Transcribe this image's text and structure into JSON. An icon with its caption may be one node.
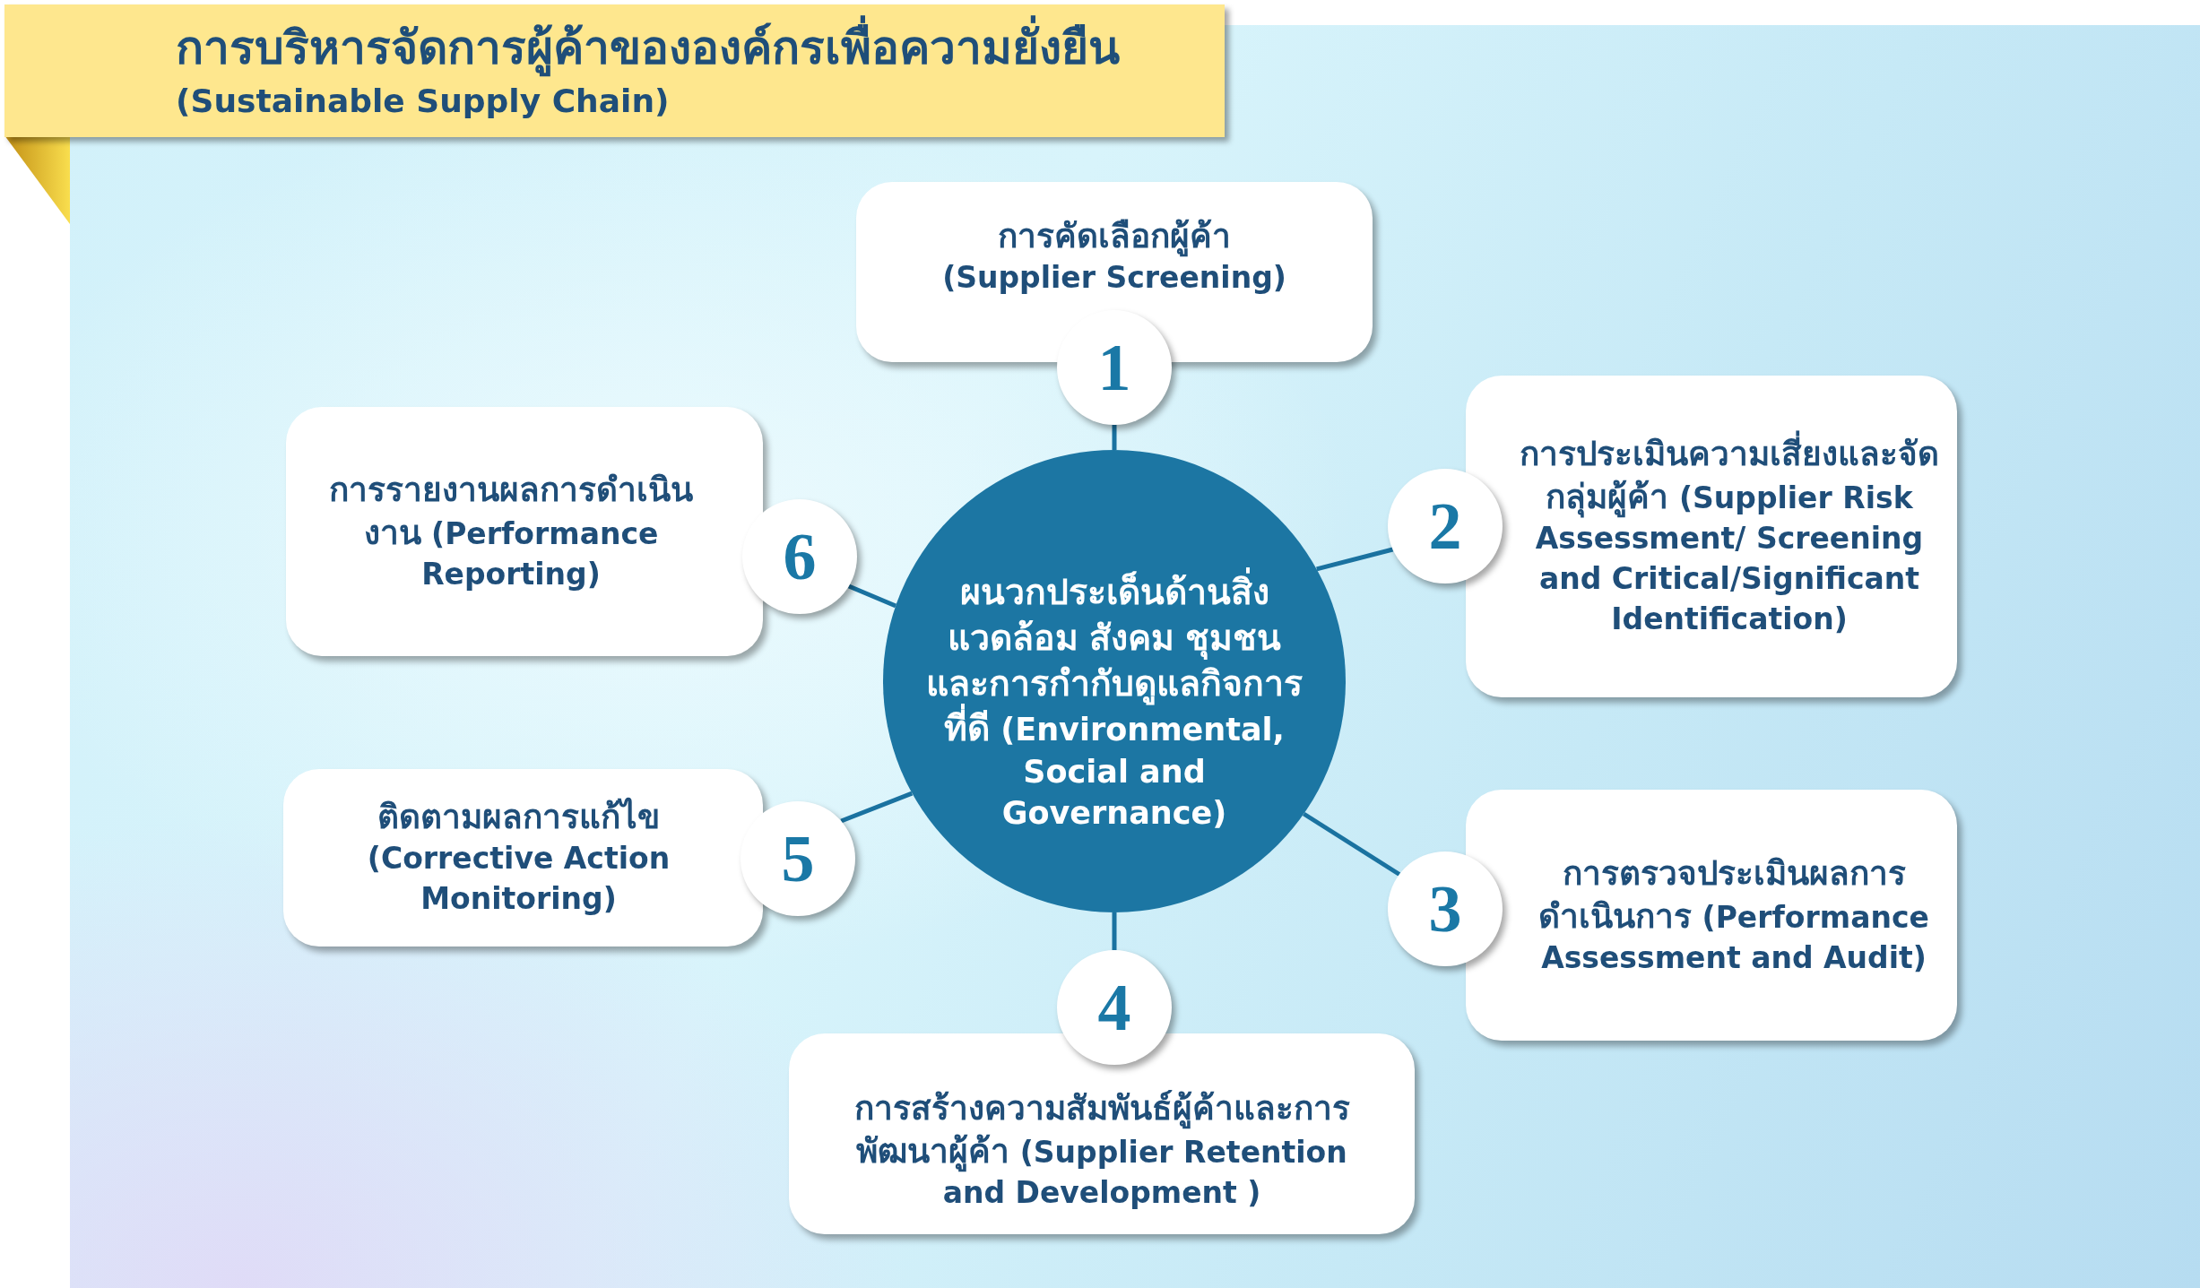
{
  "diagram": {
    "title": "การบริหารจัดการผู้ค้าขององค์กรเพื่อความยั่งยืน",
    "nodes": [
      {
        "text": [
          "ผนวกประเด็นด้านสิ่งแวดล้อม สังคม ชุมชนและการกำกับดูแลกิจการที่ดี (Environmental, Social and Governance)"
        ]
      },
      {
        "text": [
          "การคัดเลือกผู้ค้า (Supplier Screening)"
        ]
      },
      {
        "text": [
          "1"
        ]
      },
      {
        "text": [
          "การประเมินความเสี่ยงและจัดกลุ่มผู้ค้า (Supplier Risk Assessment/ Screening and Critical/Significant Identification)"
        ]
      },
      {
        "text": [
          "2"
        ]
      },
      {
        "text": [
          "การตรวจประเมินผลการดำเนินการ (Performance Assessment and Audit)"
        ]
      },
      {
        "text": [
          "3"
        ]
      },
      {
        "text": [
          "การสร้างความสัมพันธ์ผู้ค้าและการพัฒนาผู้ค้า (Supplier Retention and Development )"
        ]
      },
      {
        "text": [
          "4"
        ]
      },
      {
        "text": [
          "ติดตามผลการแก้ไข (Corrective Action Monitoring)"
        ]
      },
      {
        "text": [
          "5"
        ]
      },
      {
        "text": [
          "การรายงานผลการดำเนินงาน (Performance Reporting)"
        ]
      },
      {
        "text": [
          "6"
        ]
      }
    ],
    "edges": [
      {
        "from": 0,
        "to": 2,
        "arrow": "none"
      },
      {
        "from": 0,
        "to": 4,
        "arrow": "none"
      },
      {
        "from": 0,
        "to": 6,
        "arrow": "none"
      },
      {
        "from": 0,
        "to": 8,
        "arrow": "none"
      },
      {
        "from": 0,
        "to": 10,
        "arrow": "none"
      },
      {
        "from": 0,
        "to": 12,
        "arrow": "none"
      }
    ],
    "labels": [
      "(Sustainable Supply Chain)"
    ]
  }
}
